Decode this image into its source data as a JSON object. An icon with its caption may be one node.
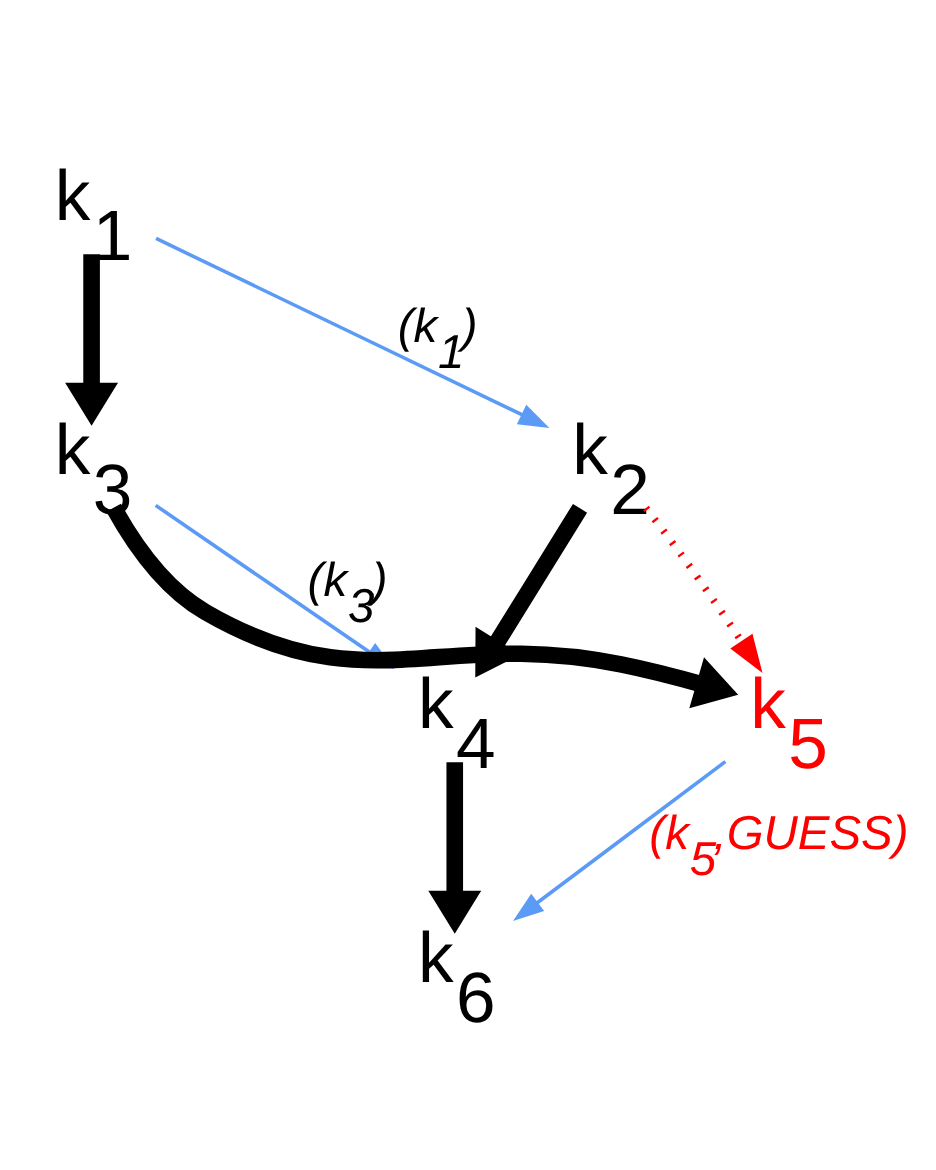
{
  "diagram": {
    "nodes": [
      {
        "text": [
          "k$_{1}$"
        ]
      },
      {
        "text": [
          "k$_{2}$"
        ]
      },
      {
        "text": [
          "k$_{3}$"
        ]
      },
      {
        "text": [
          "k$_{4}$"
        ]
      },
      {
        "text": [
          "k$_{5}$"
        ]
      },
      {
        "text": [
          "k$_{6}$"
        ]
      }
    ],
    "edges": [
      {
        "from": 0,
        "to": 2,
        "arrow": "to",
        "style": "thick"
      },
      {
        "from": 2,
        "to": 4,
        "arrow": "to",
        "style": "thick"
      },
      {
        "from": 1,
        "to": 3,
        "arrow": "to",
        "style": "thick"
      },
      {
        "from": 3,
        "to": 5,
        "arrow": "to",
        "style": "thick"
      },
      {
        "from": 0,
        "to": 1,
        "arrow": "to",
        "label": "(k$_{1}$)",
        "color": "#5b9bf5"
      },
      {
        "from": 2,
        "to": 3,
        "arrow": "to",
        "label": "(k$_{3}$)",
        "color": "#5b9bf5"
      },
      {
        "from": 4,
        "to": 5,
        "arrow": "to",
        "label": "(k$_{5}$,GUESS)",
        "color": "#5b9bf5"
      },
      {
        "from": 1,
        "to": 4,
        "arrow": "to",
        "style": "dashed",
        "color": "#ff0000"
      }
    ]
  }
}
